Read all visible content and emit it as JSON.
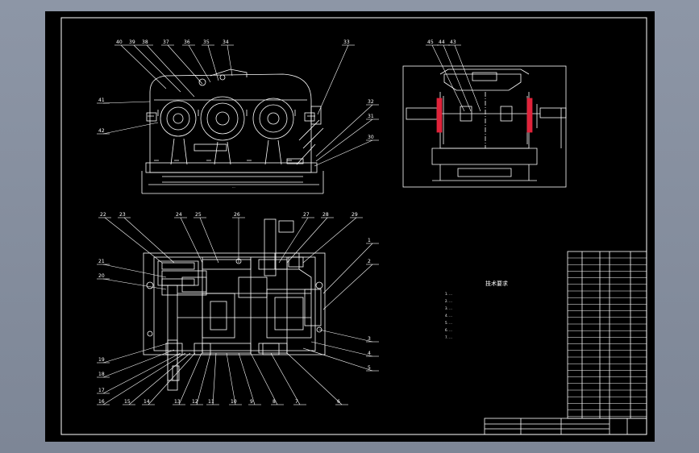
{
  "colors": {
    "viewport_bg": "#8a93a3",
    "sheet_bg": "#000000",
    "line": "#ffffff",
    "accent": "#e0233a"
  },
  "balloons_top": [
    "40",
    "39",
    "38",
    "37",
    "36",
    "35",
    "34",
    "33",
    "41",
    "42",
    "32",
    "31",
    "30"
  ],
  "balloons_side": [
    "45",
    "44",
    "43"
  ],
  "balloons_plan": [
    "22",
    "23",
    "24",
    "25",
    "26",
    "27",
    "28",
    "29",
    "1",
    "2",
    "21",
    "20",
    "3",
    "4",
    "5",
    "19",
    "18",
    "17",
    "16",
    "15",
    "14",
    "13",
    "12",
    "11",
    "10",
    "9",
    "8",
    "7",
    "6"
  ],
  "tech_req": {
    "title": "技术要求",
    "lines": [
      "1. ...",
      "2. ...",
      "3. ...",
      "4. ...",
      "5. ...",
      "6. ...",
      "7. ..."
    ]
  }
}
